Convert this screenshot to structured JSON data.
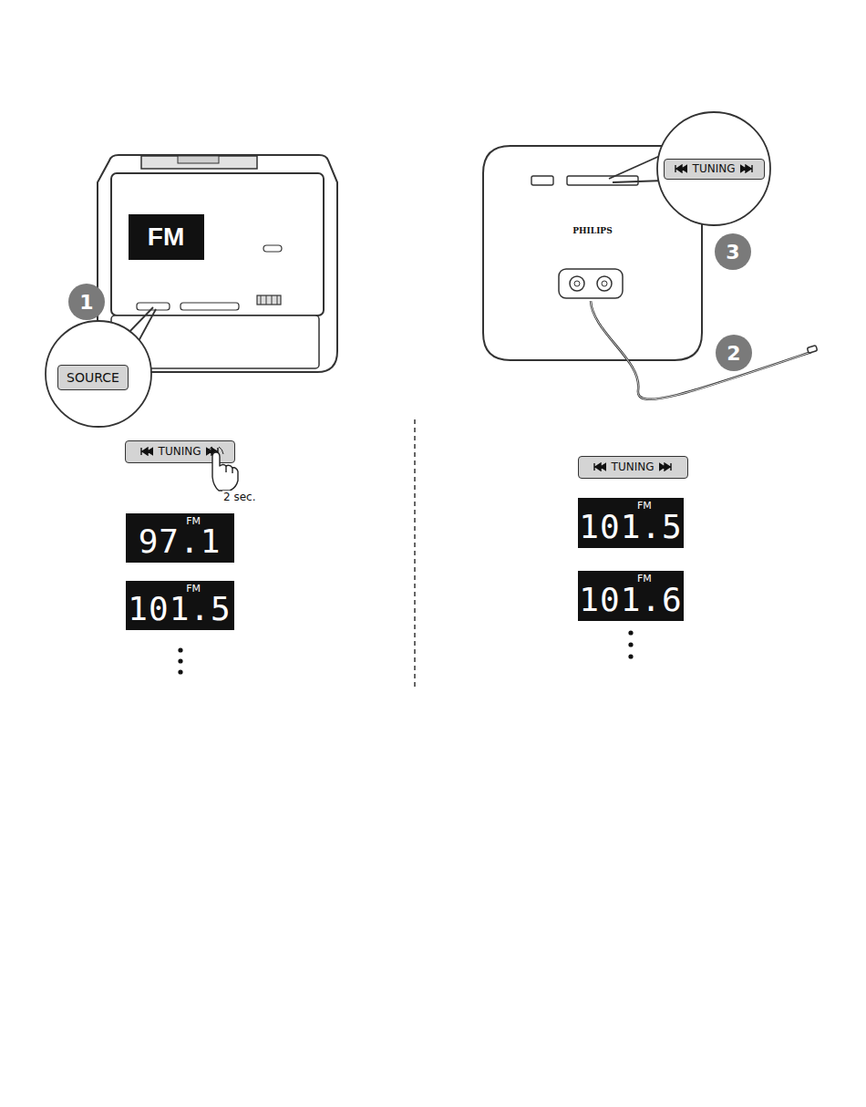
{
  "diagram": {
    "nodes": [
      {
        "text": [
          "FM"
        ]
      },
      {
        "text": [
          "SOURCE"
        ]
      },
      {
        "text": [
          "1"
        ]
      },
      {
        "text": [
          "TUNING"
        ]
      },
      {
        "text": [
          "3"
        ]
      },
      {
        "text": [
          "2"
        ]
      },
      {
        "text": [
          "TUNING"
        ]
      },
      {
        "text": [
          "FM",
          "97.1"
        ]
      },
      {
        "text": [
          "FM",
          "101.5"
        ]
      },
      {
        "text": [
          "TUNING"
        ]
      },
      {
        "text": [
          "FM",
          "101.5"
        ]
      },
      {
        "text": [
          "FM",
          "101.6"
        ]
      }
    ],
    "labels": [
      "PHILIPS",
      "2 sec."
    ]
  }
}
